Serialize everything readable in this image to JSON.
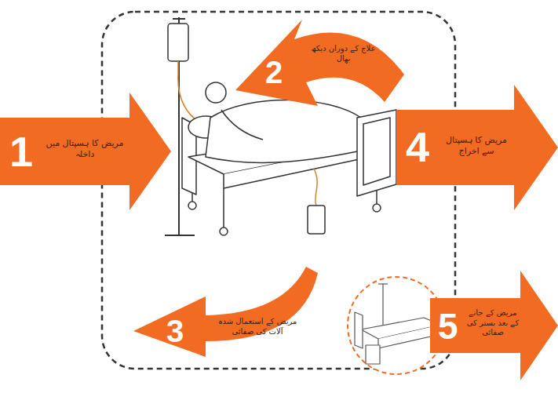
{
  "diagram": {
    "nodes": [
      {
        "text": [
          "1",
          "مریض کا ہسپتال میں داخلہ"
        ]
      },
      {
        "text": [
          "2",
          "علاج کے دوران دیکھ بھال"
        ]
      },
      {
        "text": [
          "3",
          "مریض کے استعمال شدہ آلات کی صفائی"
        ]
      },
      {
        "text": [
          "4",
          "مریض کا ہسپتال سے اخراج"
        ]
      },
      {
        "text": [
          "5",
          "مریض کے جانے کے بعد بستر کی صفائی"
        ]
      }
    ]
  }
}
